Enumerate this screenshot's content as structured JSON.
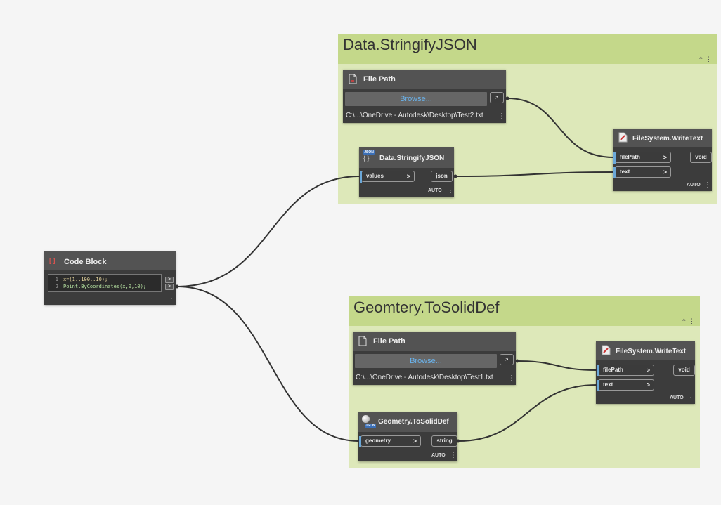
{
  "groups": [
    {
      "id": "g1",
      "title": "Data.StringifyJSON",
      "collapse_icon": "^ ⋮"
    },
    {
      "id": "g2",
      "title": "Geomtery.ToSolidDef",
      "collapse_icon": "^ ⋮"
    }
  ],
  "nodes": {
    "code_block": {
      "title": "Code Block",
      "icon": "code-block-icon",
      "lines": [
        {
          "num": "1",
          "text": "x=(1..100..10);"
        },
        {
          "num": "2",
          "text": "Point.ByCoordinates(x,0,10);"
        }
      ],
      "outputs": [
        ">",
        ">"
      ],
      "menu": "⋮"
    },
    "file_path_1": {
      "title": "File Path",
      "icon": "file-icon",
      "browse": "Browse...",
      "output": ">",
      "path": "C:\\...\\OneDrive - Autodesk\\Desktop\\Test2.txt",
      "menu": "⋮"
    },
    "stringify": {
      "title": "Data.StringifyJSON",
      "icon": "json-icon",
      "input": "values",
      "chevron": ">",
      "output": "json",
      "auto": "AUTO",
      "menu": "⋮"
    },
    "write_text_1": {
      "title": "FileSystem.WriteText",
      "icon": "write-text-icon",
      "inputs": [
        "filePath",
        "text"
      ],
      "chevron": ">",
      "output": "void",
      "auto": "AUTO",
      "menu": "⋮"
    },
    "file_path_2": {
      "title": "File Path",
      "icon": "file-icon",
      "browse": "Browse...",
      "output": ">",
      "path": "C:\\...\\OneDrive - Autodesk\\Desktop\\Test1.txt",
      "menu": "⋮"
    },
    "to_solid_def": {
      "title": "Geometry.ToSolidDef",
      "icon": "sphere-json-icon",
      "input": "geometry",
      "chevron": ">",
      "output": "string",
      "auto": "AUTO",
      "menu": "⋮"
    },
    "write_text_2": {
      "title": "FileSystem.WriteText",
      "icon": "write-text-icon",
      "inputs": [
        "filePath",
        "text"
      ],
      "chevron": ">",
      "output": "void",
      "auto": "AUTO",
      "menu": "⋮"
    }
  },
  "colors": {
    "canvas": "#f5f5f5",
    "group_body": "#dde8b9",
    "group_header": "#c4d88a",
    "node_body": "#3c3c3c",
    "node_header": "#535353",
    "port_accent": "#6ba8d9",
    "browse_text": "#6ab3ec",
    "wire": "#333333"
  }
}
